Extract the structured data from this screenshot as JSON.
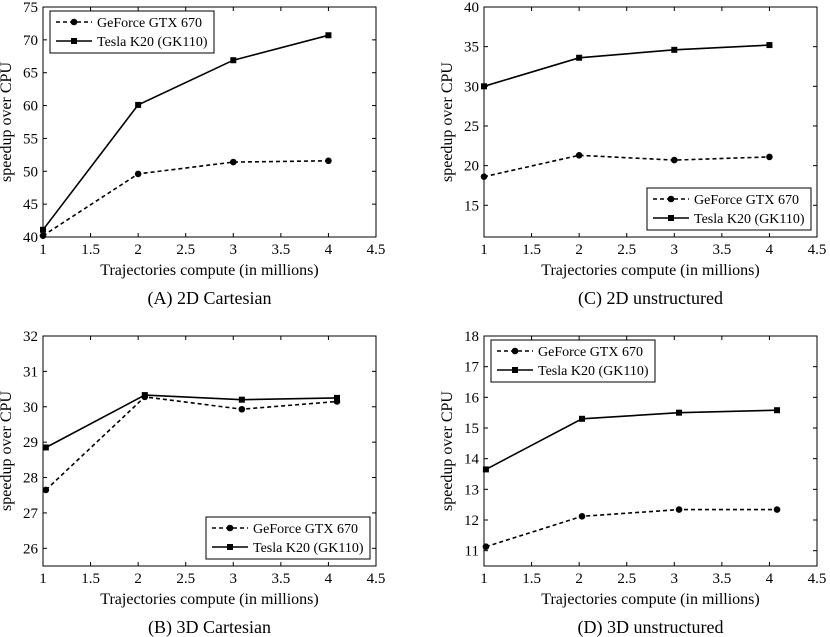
{
  "chart_data": [
    {
      "type": "line",
      "caption": "(A) 2D Cartesian",
      "xlabel": "Trajectories compute (in millions)",
      "ylabel": "speedup over CPU",
      "xlim": [
        1,
        4.5
      ],
      "ylim": [
        40,
        75
      ],
      "xticks": [
        "1",
        "1.5",
        "2",
        "2.5",
        "3",
        "3.5",
        "4",
        "4.5"
      ],
      "yticks": [
        "40",
        "45",
        "50",
        "55",
        "60",
        "65",
        "70",
        "75"
      ],
      "legend_position": "top-left",
      "series": [
        {
          "name": "GeForce GTX 670",
          "style": "dashed",
          "marker": "circle",
          "x": [
            1,
            2,
            3,
            4
          ],
          "y": [
            40.2,
            49.6,
            51.4,
            51.6
          ]
        },
        {
          "name": "Tesla K20 (GK110)",
          "style": "solid",
          "marker": "square",
          "x": [
            1,
            2,
            3,
            4
          ],
          "y": [
            41.1,
            60.1,
            66.9,
            70.7
          ]
        }
      ]
    },
    {
      "type": "line",
      "caption": "(C) 2D unstructured",
      "xlabel": "Trajectories compute (in millions)",
      "ylabel": "speedup over CPU",
      "xlim": [
        1,
        4.5
      ],
      "ylim": [
        11,
        40
      ],
      "xticks": [
        "1",
        "1.5",
        "2",
        "2.5",
        "3",
        "3.5",
        "4",
        "4.5"
      ],
      "yticks": [
        "15",
        "20",
        "25",
        "30",
        "35",
        "40"
      ],
      "legend_position": "bottom-right",
      "series": [
        {
          "name": "GeForce GTX 670",
          "style": "dashed",
          "marker": "circle",
          "x": [
            1,
            2,
            3,
            4
          ],
          "y": [
            18.6,
            21.3,
            20.7,
            21.1
          ]
        },
        {
          "name": "Tesla K20 (GK110)",
          "style": "solid",
          "marker": "square",
          "x": [
            1,
            2,
            3,
            4
          ],
          "y": [
            30.0,
            33.6,
            34.6,
            35.2
          ]
        }
      ]
    },
    {
      "type": "line",
      "caption": "(B) 3D Cartesian",
      "xlabel": "Trajectories compute (in millions)",
      "ylabel": "speedup over CPU",
      "xlim": [
        1,
        4.5
      ],
      "ylim": [
        25.5,
        32
      ],
      "xticks": [
        "1",
        "1.5",
        "2",
        "2.5",
        "3",
        "3.5",
        "4",
        "4.5"
      ],
      "yticks": [
        "26",
        "27",
        "28",
        "29",
        "30",
        "31",
        "32"
      ],
      "legend_position": "bottom-right",
      "series": [
        {
          "name": "GeForce GTX 670",
          "style": "dashed",
          "marker": "circle",
          "x": [
            1.03,
            2.07,
            3.09,
            4.09
          ],
          "y": [
            27.65,
            30.28,
            29.93,
            30.15
          ]
        },
        {
          "name": "Tesla K20 (GK110)",
          "style": "solid",
          "marker": "square",
          "x": [
            1.03,
            2.07,
            3.09,
            4.09
          ],
          "y": [
            28.85,
            30.33,
            30.2,
            30.25
          ]
        }
      ]
    },
    {
      "type": "line",
      "caption": "(D) 3D unstructured",
      "xlabel": "Trajectories compute (in millions)",
      "ylabel": "speedup over CPU",
      "xlim": [
        1,
        4.5
      ],
      "ylim": [
        10.5,
        18
      ],
      "xticks": [
        "1",
        "1.5",
        "2",
        "2.5",
        "3",
        "3.5",
        "4",
        "4.5"
      ],
      "yticks": [
        "11",
        "12",
        "13",
        "14",
        "15",
        "16",
        "17",
        "18"
      ],
      "legend_position": "top-left",
      "series": [
        {
          "name": "GeForce GTX 670",
          "style": "dashed",
          "marker": "circle",
          "x": [
            1.02,
            2.03,
            3.05,
            4.08
          ],
          "y": [
            11.13,
            12.12,
            12.34,
            12.34
          ]
        },
        {
          "name": "Tesla K20 (GK110)",
          "style": "solid",
          "marker": "square",
          "x": [
            1.02,
            2.03,
            3.05,
            4.08
          ],
          "y": [
            13.65,
            15.3,
            15.5,
            15.58
          ]
        }
      ]
    }
  ]
}
